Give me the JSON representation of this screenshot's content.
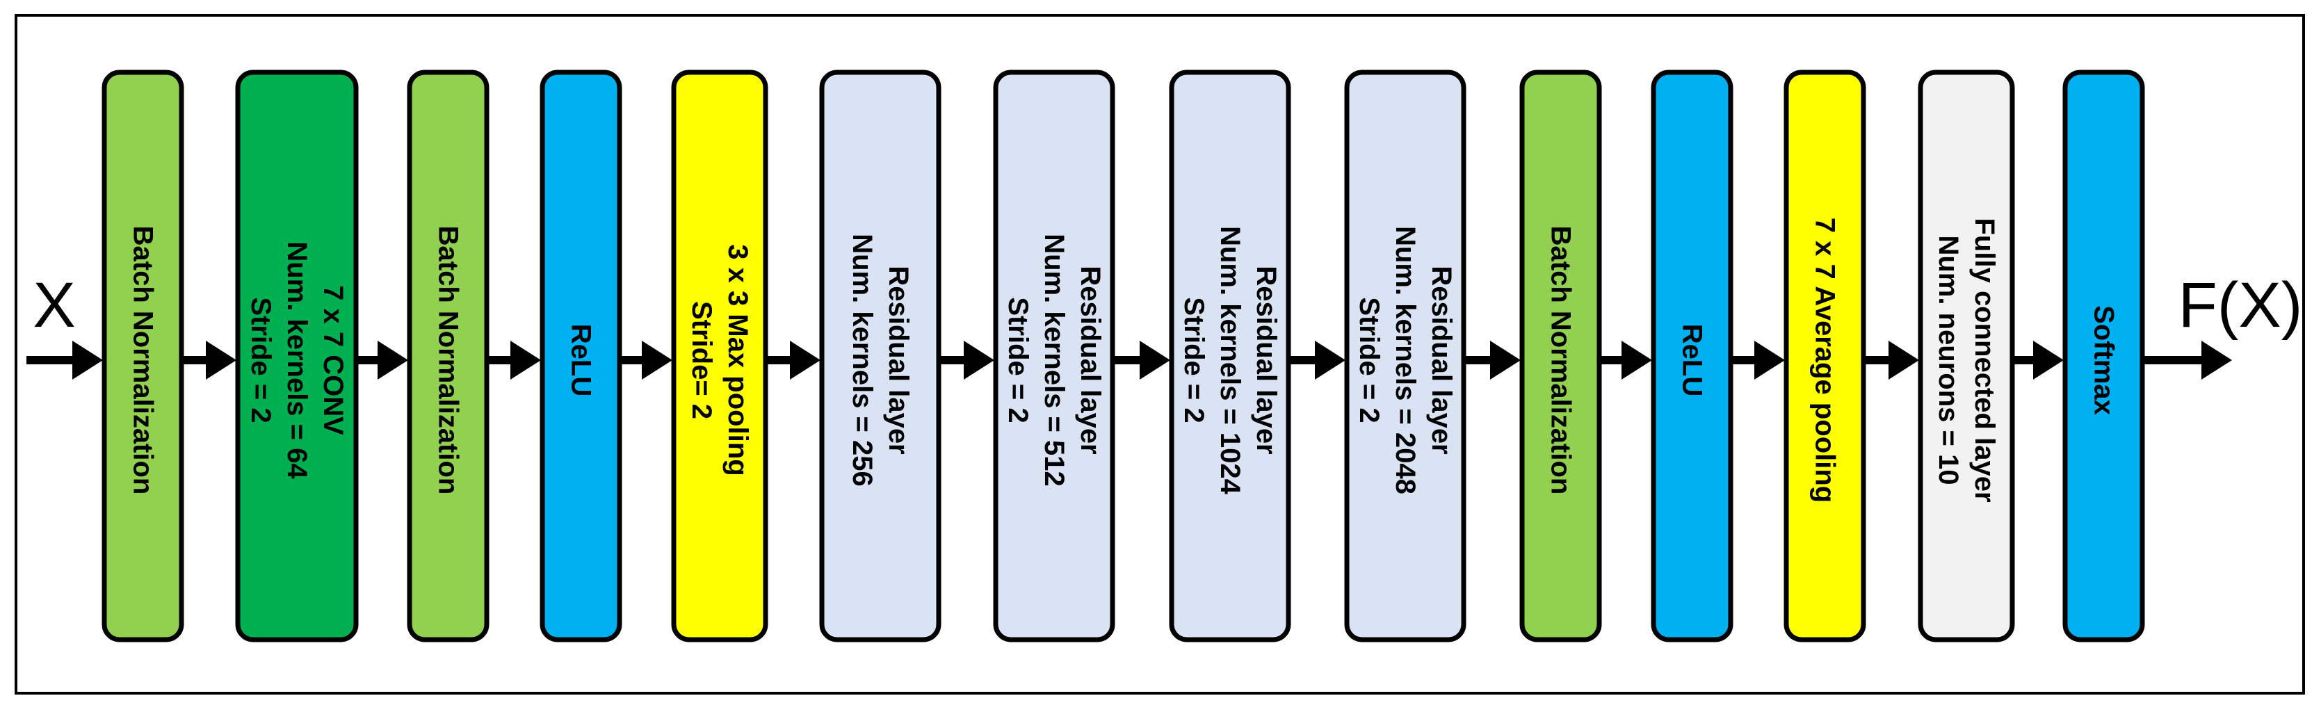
{
  "input_label": "X",
  "output_label": "F(X)",
  "colors": {
    "frame": "#000000",
    "arrow": "#000000",
    "block_border": "#000000",
    "text": "#000000",
    "light_green": "#92d050",
    "dark_green": "#00b050",
    "blue": "#00b0f0",
    "yellow": "#ffff00",
    "light_blue": "#dae3f3",
    "light_gray": "#f2f2f2"
  },
  "blocks": [
    {
      "name": "batch-norm-1",
      "color": "#92d050",
      "lines": [
        "Batch Normalization"
      ]
    },
    {
      "name": "conv-7x7",
      "color": "#00b050",
      "lines": [
        "7 x 7 CONV",
        "Num. kernels = 64",
        "Stride = 2"
      ]
    },
    {
      "name": "batch-norm-2",
      "color": "#92d050",
      "lines": [
        "Batch Normalization"
      ]
    },
    {
      "name": "relu-1",
      "color": "#00b0f0",
      "lines": [
        "ReLU"
      ]
    },
    {
      "name": "max-pooling",
      "color": "#ffff00",
      "lines": [
        "3 x 3 Max pooling",
        "Stride= 2"
      ]
    },
    {
      "name": "residual-256",
      "color": "#dae3f3",
      "lines": [
        "Residual layer",
        "Num. kernels = 256"
      ]
    },
    {
      "name": "residual-512",
      "color": "#dae3f3",
      "lines": [
        "Residual layer",
        "Num. kernels = 512",
        "Stride = 2"
      ]
    },
    {
      "name": "residual-1024",
      "color": "#dae3f3",
      "lines": [
        "Residual layer",
        "Num. kernels = 1024",
        "Stride = 2"
      ]
    },
    {
      "name": "residual-2048",
      "color": "#dae3f3",
      "lines": [
        "Residual layer",
        "Num. kernels = 2048",
        "Stride = 2"
      ]
    },
    {
      "name": "batch-norm-3",
      "color": "#92d050",
      "lines": [
        "Batch Normalization"
      ]
    },
    {
      "name": "relu-2",
      "color": "#00b0f0",
      "lines": [
        "ReLU"
      ]
    },
    {
      "name": "average-pooling",
      "color": "#ffff00",
      "lines": [
        "7 x 7 Average pooling"
      ]
    },
    {
      "name": "fully-connected",
      "color": "#f2f2f2",
      "lines": [
        "Fully connected layer",
        "Num. neurons = 10"
      ]
    },
    {
      "name": "softmax",
      "color": "#00b0f0",
      "lines": [
        "Softmax"
      ]
    }
  ]
}
